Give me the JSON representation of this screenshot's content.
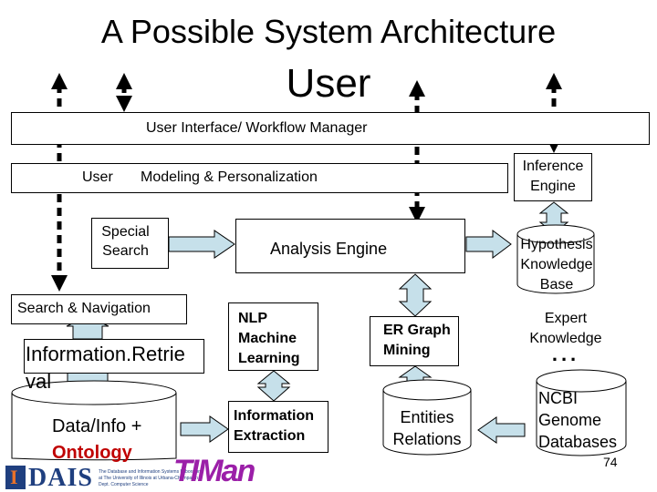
{
  "title": "A Possible System Architecture",
  "user_label": "User",
  "components": {
    "ui_workflow": "User Interface/ Workflow Manager",
    "user_modeling_left": "User",
    "user_modeling_right": "Modeling  & Personalization",
    "inference_engine_line1": "Inference",
    "inference_engine_line2": "Engine",
    "special_search_line1": "Special",
    "special_search_line2": "Search",
    "analysis_engine": "Analysis Engine",
    "hypothesis_line1": "Hypothesis",
    "hypothesis_line2": "Knowledge",
    "hypothesis_line3": "Base",
    "search_navigation": "Search & Navigation",
    "information_retrieval_line1": "Information.Retrie",
    "information_retrieval_line2": "val",
    "nlp_line1": "NLP",
    "nlp_line2": "Machine",
    "nlp_line3": "Learning",
    "er_graph_line1": "ER Graph",
    "er_graph_line2": "Mining",
    "expert_line1": "Expert",
    "expert_line2": "Knowledge",
    "ellipsis": "...",
    "data_info": "Data/Info +",
    "ontology": "Ontology",
    "information_extraction_line1": "Information",
    "information_extraction_line2": "Extraction",
    "entities": "Entities",
    "relations": "Relations",
    "ncbi_line1": "NCBI",
    "ncbi_line2": "Genome",
    "ncbi_line3": "Databases"
  },
  "footer": {
    "page_number": "74",
    "logo_left_letter": "I",
    "logo_dais": "DAIS",
    "logo_dais_caption_1": "The Database and Information Systems Laboratory",
    "logo_dais_caption_2": "at The University of Illinois at Urbana-Champaign",
    "logo_dais_caption_3": "Dept. Computer Science",
    "logo_timan": "TIMan"
  },
  "colors": {
    "arrow_fill": "#c6e0ea",
    "ontology_text": "#c00000",
    "logo_blue": "#1f3f7f",
    "logo_timan": "#9b1fa8",
    "logo_orange": "#e8712a"
  }
}
